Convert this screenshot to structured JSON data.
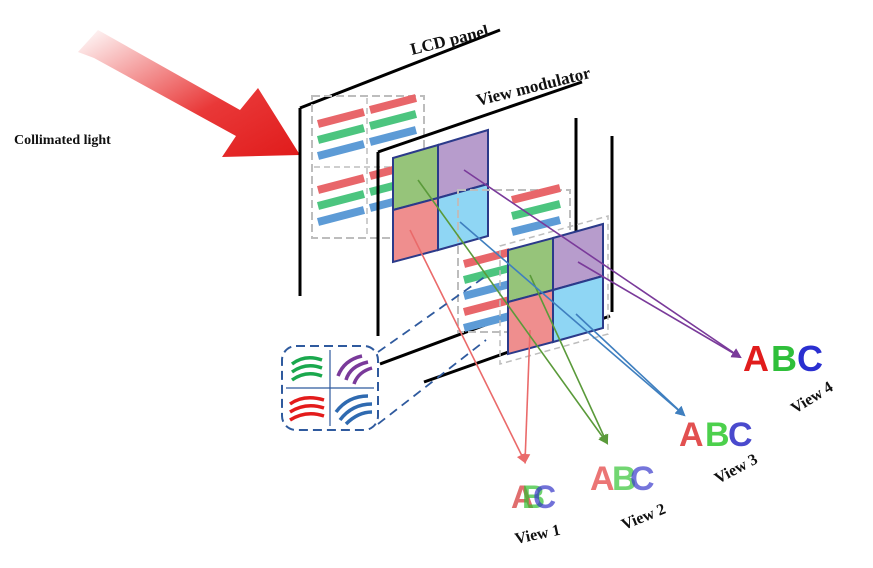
{
  "labels": {
    "lcd_panel": "LCD panel",
    "view_modulator": "View modulator",
    "collimated_light": "Collimated light"
  },
  "views": [
    {
      "label": "View 1",
      "text": "ABC"
    },
    {
      "label": "View 2",
      "text": "ABC"
    },
    {
      "label": "View 3",
      "text": "ABC"
    },
    {
      "label": "View 4",
      "text": "ABC"
    }
  ],
  "colors": {
    "red": "#e8666a",
    "green": "#4cc57f",
    "blue": "#5d9bd6",
    "cell_green": "#96c47a",
    "cell_purple": "#b79ccc",
    "cell_red": "#ef8e8e",
    "cell_cyan": "#8fd6f4",
    "arrow_red": "#ea6a6a",
    "arrow_green": "#5a9a3a",
    "arrow_blue": "#3f7fbf",
    "arrow_purple": "#7a3a9a",
    "light_arrow": "#e01b1b"
  }
}
